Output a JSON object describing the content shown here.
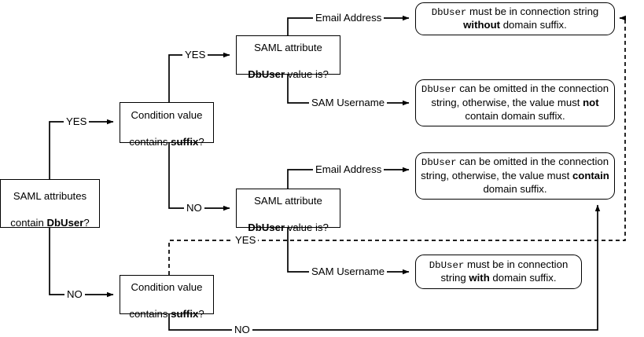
{
  "diagram": {
    "title": "SAML DbUser connection-string decision flow",
    "colors": {
      "stroke": "#000000",
      "fill": "#ffffff",
      "text": "#000000"
    },
    "nodes": {
      "start": {
        "id": "saml-attributes-contain-dbuser",
        "shape": "rectangle",
        "line1": "SAML attributes",
        "line2_pre": "contain ",
        "line2_bold": "DbUser",
        "line2_post": "?"
      },
      "cond_top": {
        "id": "condition-value-contains-suffix-top",
        "shape": "rectangle",
        "line1": "Condition value",
        "line2_pre": "contains ",
        "line2_bold": "suffix",
        "line2_post": "?"
      },
      "cond_bottom": {
        "id": "condition-value-contains-suffix-bottom",
        "shape": "rectangle",
        "line1": "Condition value",
        "line2_pre": "contains ",
        "line2_bold": "suffix",
        "line2_post": "?"
      },
      "attr_top": {
        "id": "saml-attribute-dbuser-value-top",
        "shape": "rectangle",
        "line1": "SAML attribute",
        "line2_bold": "DbUser",
        "line2_post": " value is?"
      },
      "attr_bottom": {
        "id": "saml-attribute-dbuser-value-bottom",
        "shape": "rectangle",
        "line1": "SAML attribute",
        "line2_bold": "DbUser",
        "line2_post": " value is?"
      },
      "result_without": {
        "id": "result-must-be-without-domain-suffix",
        "shape": "rounded-rectangle",
        "mono": "DbUser",
        "text_a": " must be in connection string ",
        "bold": "without",
        "text_b": " domain suffix."
      },
      "result_not_contain": {
        "id": "result-omitted-or-not-contain-domain-suffix",
        "shape": "rounded-rectangle",
        "mono": "DbUser",
        "text_a": " can be omitted in the connection string, otherwise, the value must ",
        "bold": "not",
        "text_b": " contain domain suffix."
      },
      "result_contain": {
        "id": "result-omitted-or-contain-domain-suffix",
        "shape": "rounded-rectangle",
        "mono": "DbUser",
        "text_a": " can be omitted in the connection string, otherwise, the value must ",
        "bold": "contain",
        "text_b": " domain suffix."
      },
      "result_with": {
        "id": "result-must-be-with-domain-suffix",
        "shape": "rounded-rectangle",
        "mono": "DbUser",
        "text_a": " must be in connection string ",
        "bold": "with",
        "text_b": " domain suffix."
      }
    },
    "edge_labels": {
      "start_yes": "YES",
      "start_no": "NO",
      "cond_top_yes": "YES",
      "cond_top_no": "NO",
      "cond_bottom_yes": "YES",
      "cond_bottom_no": "NO",
      "attr_top_email": "Email Address",
      "attr_top_sam": "SAM Username",
      "attr_bottom_email": "Email Address",
      "attr_bottom_sam": "SAM Username"
    },
    "edges": [
      {
        "from": "start",
        "to": "cond_top",
        "label": "YES",
        "style": "solid"
      },
      {
        "from": "start",
        "to": "cond_bottom",
        "label": "NO",
        "style": "solid"
      },
      {
        "from": "cond_top",
        "to": "attr_top",
        "label": "YES",
        "style": "solid"
      },
      {
        "from": "cond_top",
        "to": "attr_bottom",
        "label": "NO",
        "style": "solid"
      },
      {
        "from": "attr_top",
        "to": "result_without",
        "label": "Email Address",
        "style": "solid"
      },
      {
        "from": "attr_top",
        "to": "result_not_contain",
        "label": "SAM Username",
        "style": "solid"
      },
      {
        "from": "attr_bottom",
        "to": "result_contain",
        "label": "Email Address",
        "style": "solid"
      },
      {
        "from": "attr_bottom",
        "to": "result_with",
        "label": "SAM Username",
        "style": "solid"
      },
      {
        "from": "cond_bottom",
        "to": "result_without",
        "label": "YES",
        "style": "dashed"
      },
      {
        "from": "cond_bottom",
        "to": "result_contain",
        "label": "NO",
        "style": "solid"
      }
    ]
  }
}
